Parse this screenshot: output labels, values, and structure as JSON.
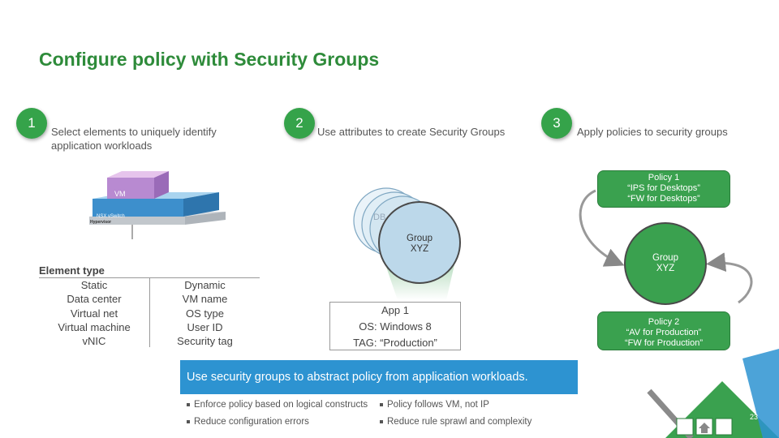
{
  "title": "Configure policy with Security Groups",
  "steps": [
    {
      "number": "1",
      "text_line1": "Select elements to uniquely identify",
      "text_line2": "application workloads"
    },
    {
      "number": "2",
      "text_line1": "Use attributes to create Security Groups"
    },
    {
      "number": "3",
      "text_line1": "Apply policies to security groups"
    }
  ],
  "stack": {
    "vm_label": "VM",
    "vswitch_label": "NSX vSwitch",
    "hypervisor_label": "Hypervisor"
  },
  "element_table": {
    "header": "Element type",
    "static_label": "Static",
    "static_items": [
      "Data center",
      "Virtual net",
      "Virtual machine",
      "vNIC"
    ],
    "dynamic_label": "Dynamic",
    "dynamic_items": [
      "VM name",
      "OS type",
      "User ID",
      "Security tag"
    ]
  },
  "groups": {
    "back_label": "DB",
    "front_line1": "Group",
    "front_line2": "XYZ"
  },
  "app_box": {
    "line1": "App 1",
    "line2": "OS: Windows 8",
    "line3": "TAG: “Production”"
  },
  "policy1": {
    "line1": "Policy 1",
    "line2": "“IPS for Desktops”",
    "line3": "“FW for Desktops”"
  },
  "policy_group": {
    "line1": "Group",
    "line2": "XYZ"
  },
  "policy2": {
    "line1": "Policy 2",
    "line2": "“AV for Production”",
    "line3": "“FW for Production”"
  },
  "banner": "Use security groups to abstract policy from application workloads.",
  "bullets": [
    "Enforce policy based on logical constructs",
    "Policy follows VM, not IP",
    "Reduce configuration errors",
    "Reduce rule sprawl and complexity"
  ],
  "page_number": "23",
  "colors": {
    "green": "#35a34a",
    "title_green": "#2e8b3a",
    "blue": "#2d93d1",
    "light_blue": "#cfe3ef"
  }
}
